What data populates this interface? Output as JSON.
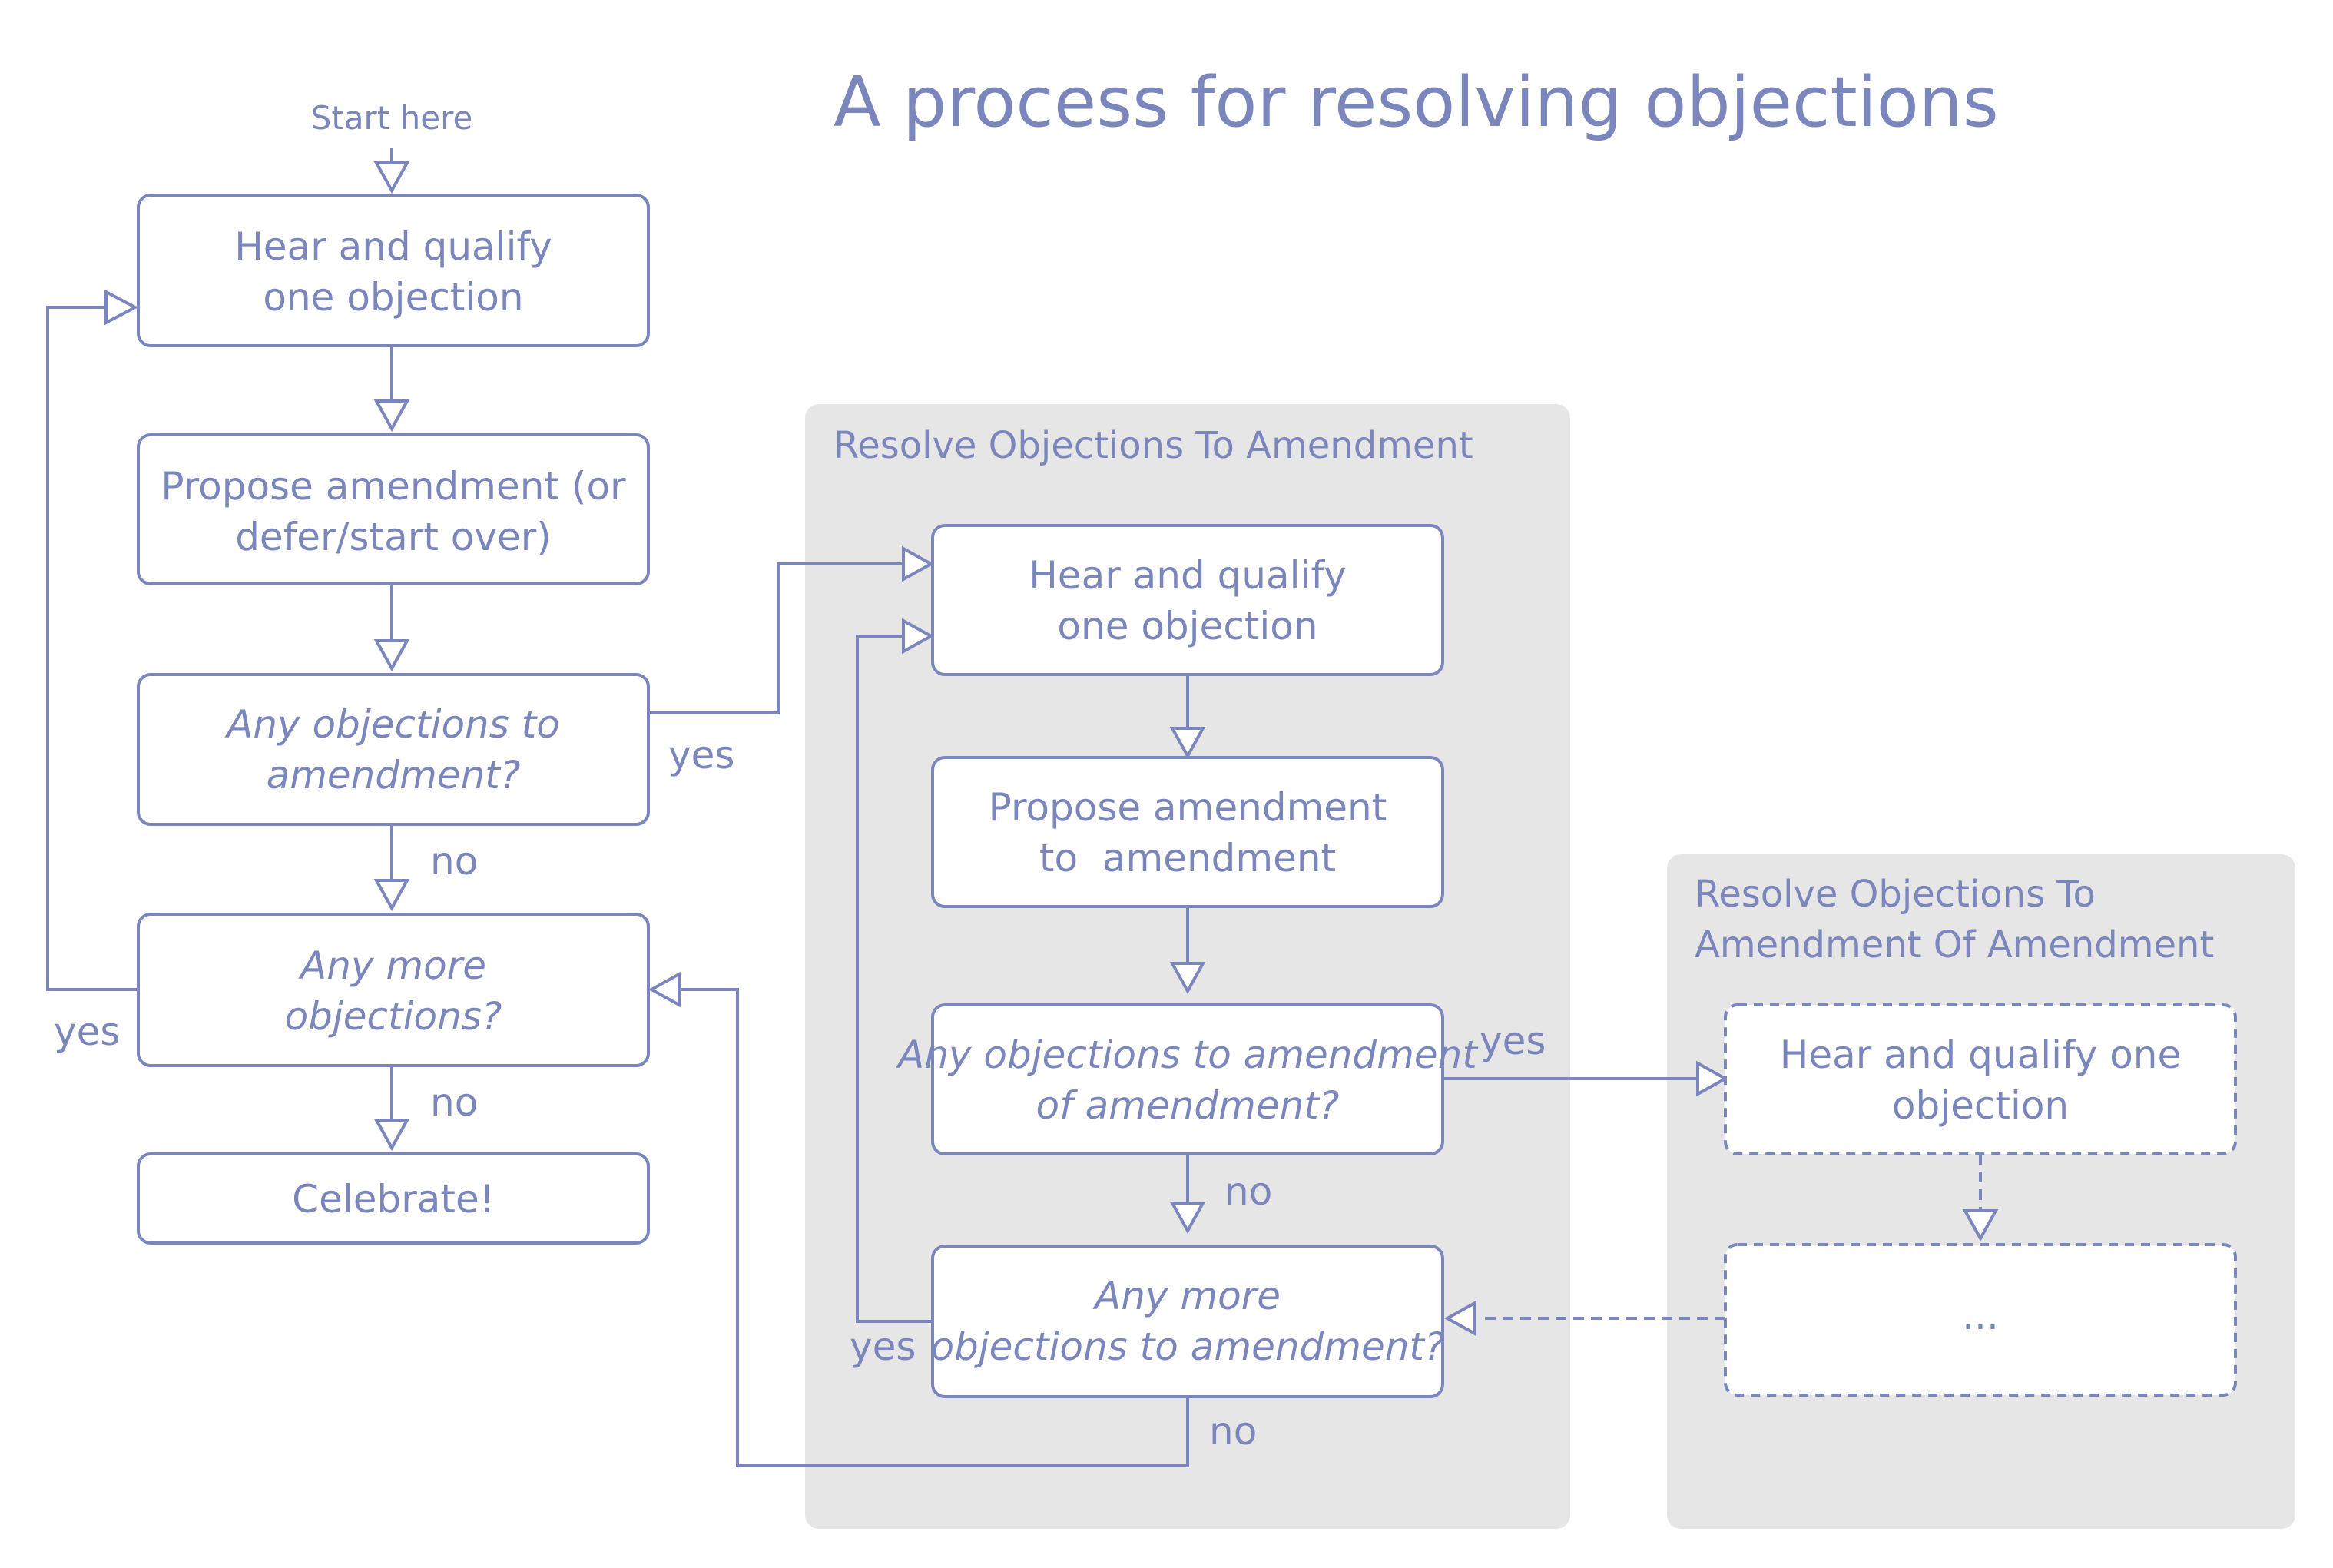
{
  "title": "A process for resolving objections",
  "start_label": "Start here",
  "main_flow": {
    "hear_box": [
      "Hear and qualify",
      "one objection"
    ],
    "propose_box": [
      "Propose amendment (or",
      "defer/start over)"
    ],
    "any_objections_box": [
      "Any objections to",
      "amendment?"
    ],
    "any_more_box": [
      "Any more",
      "objections?"
    ],
    "celebrate_box": "Celebrate!"
  },
  "group1": {
    "title": "Resolve Objections To Amendment",
    "hear_box": [
      "Hear and qualify",
      "one objection"
    ],
    "propose_box": [
      "Propose amendment",
      "to  amendment"
    ],
    "any_objections_box": [
      "Any objections to amendment",
      "of amendment?"
    ],
    "any_more_box": [
      "Any more",
      "objections to amendment?"
    ]
  },
  "group2": {
    "title": [
      "Resolve Objections To",
      "Amendment Of Amendment"
    ],
    "hear_box": [
      "Hear and qualify one",
      "objection"
    ],
    "ellipsis_box": "..."
  },
  "edge_labels": {
    "yes_main_to_group1": "yes",
    "no_main_down": "no",
    "yes_loop_main": "yes",
    "no_to_celebrate": "no",
    "yes_group1_to_group2": "yes",
    "no_group1_down": "no",
    "yes_loop_group1": "yes",
    "no_group1_return": "no"
  },
  "colors": {
    "accent": "#7b86bd",
    "group_background": "#e6e6e6",
    "box_fill": "#ffffff"
  }
}
